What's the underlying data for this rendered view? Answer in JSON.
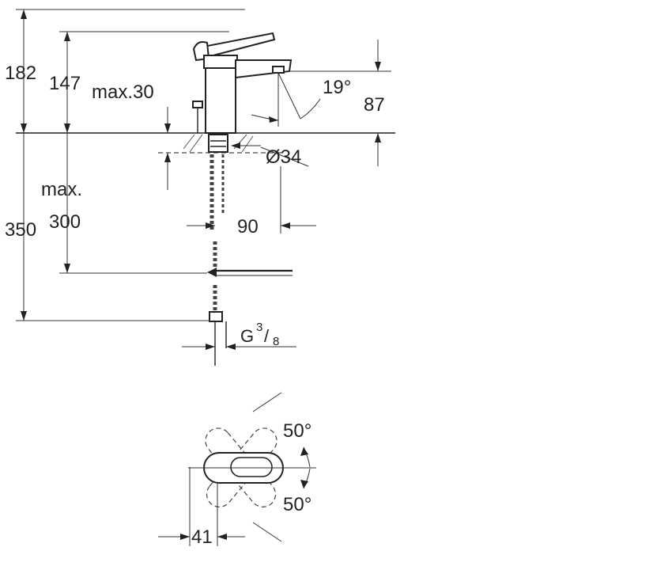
{
  "dimensions": {
    "overall_height": "182",
    "spout_height": "147",
    "max_counter_thickness": "max.30",
    "spout_angle": "19°",
    "spout_reach": "87",
    "hole_diameter": "Ø34",
    "max_label": "max.",
    "max_below": "300",
    "total_below": "350",
    "hole_to_spout": "90",
    "connection_thread": "G",
    "thread_numerator": "3",
    "thread_slash": "/",
    "thread_denominator": "8",
    "rotation_up": "50°",
    "rotation_down": "50°",
    "handle_offset": "41"
  }
}
